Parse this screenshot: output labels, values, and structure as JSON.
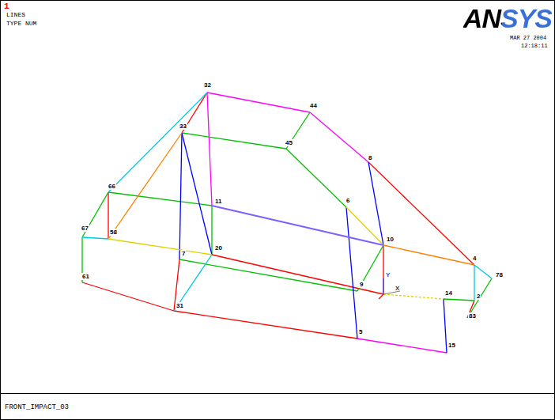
{
  "diagram": {
    "labels": [
      "1",
      "LINES",
      "TYPE NUM",
      "ANSYS",
      "MAR 27 2004",
      "12:18:11",
      "FRONT_IMPACT_03",
      "32",
      "44",
      "33",
      "45",
      "8",
      "11",
      "6",
      "66",
      "67",
      "58",
      "10",
      "4",
      "78",
      "7",
      "20",
      "9",
      "14",
      "2",
      "83",
      "61",
      "31",
      "5",
      "15",
      "Y",
      "X"
    ]
  }
}
